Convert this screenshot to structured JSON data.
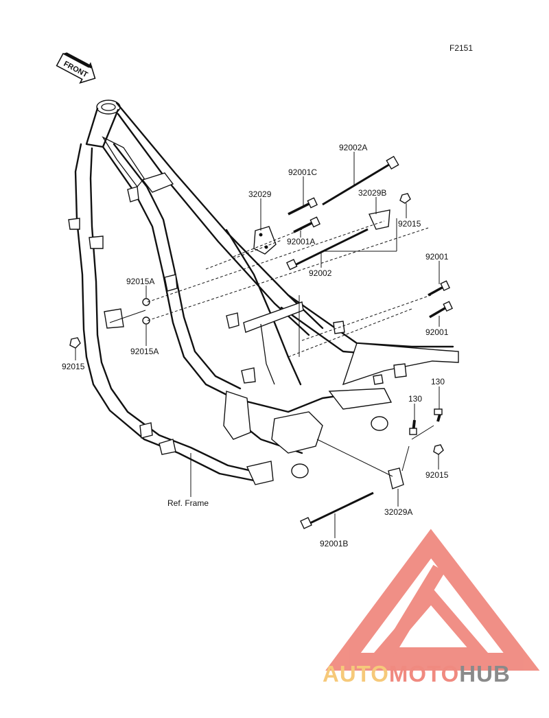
{
  "diagram_code": "F2151",
  "front_label": "FRONT",
  "callouts": {
    "c92002A": "92002A",
    "c92001C": "92001C",
    "c32029": "32029",
    "c32029B": "32029B",
    "c92015_top": "92015",
    "c92001A": "92001A",
    "c92002": "92002",
    "c92001_a": "92001",
    "c92001_b": "92001",
    "c92015A_a": "92015A",
    "c92015A_b": "92015A",
    "c92015_left": "92015",
    "c130_a": "130",
    "c130_b": "130",
    "c92015_right": "92015",
    "c32029A": "32029A",
    "c92001B": "92001B",
    "ref_frame": "Ref. Frame"
  },
  "watermark": {
    "part1": "AUTO",
    "part2": "MOTO",
    "part3": "HUB",
    "color1": "#f6c97a",
    "color2": "#f08a80",
    "color3": "#8a8a8a",
    "logo_color": "#f08a80"
  }
}
